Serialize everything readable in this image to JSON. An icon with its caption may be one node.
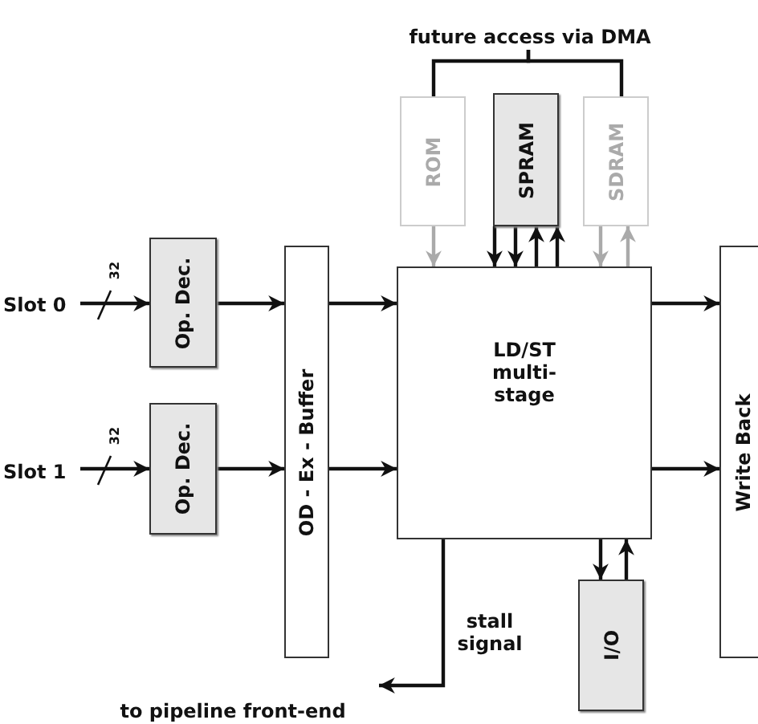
{
  "diagram": {
    "nodes": [
      {
        "text": [
          "future access via DMA"
        ]
      },
      {
        "text": [
          "Slot 0"
        ]
      },
      {
        "text": [
          "Op. Dec."
        ]
      },
      {
        "text": [
          "Slot 1"
        ]
      },
      {
        "text": [
          "Op. Dec."
        ]
      },
      {
        "text": [
          "OD - Ex - Buffer"
        ]
      },
      {
        "text": [
          "ROM"
        ]
      },
      {
        "text": [
          "SPRAM"
        ]
      },
      {
        "text": [
          "SDRAM"
        ]
      },
      {
        "text": [
          "LD/ST multi-stage"
        ]
      },
      {
        "text": [
          "Write Back"
        ]
      },
      {
        "text": [
          "I/O"
        ]
      },
      {
        "text": [
          "to pipeline front-end"
        ]
      }
    ],
    "edges": [
      {
        "from": 0,
        "to": 6,
        "arrow": "none"
      },
      {
        "from": 0,
        "to": 8,
        "arrow": "none"
      },
      {
        "from": 1,
        "to": 2,
        "arrow": "to"
      },
      {
        "from": 3,
        "to": 4,
        "arrow": "to"
      },
      {
        "from": 2,
        "to": 5,
        "arrow": "to"
      },
      {
        "from": 4,
        "to": 5,
        "arrow": "to"
      },
      {
        "from": 5,
        "to": 9,
        "arrow": "to"
      },
      {
        "from": 5,
        "to": 9,
        "arrow": "to"
      },
      {
        "from": 6,
        "to": 9,
        "arrow": "to",
        "color": "#aaaaaa"
      },
      {
        "from": 7,
        "to": 9,
        "arrow": "to"
      },
      {
        "from": 7,
        "to": 9,
        "arrow": "to"
      },
      {
        "from": 9,
        "to": 7,
        "arrow": "to"
      },
      {
        "from": 9,
        "to": 7,
        "arrow": "to"
      },
      {
        "from": 8,
        "to": 9,
        "arrow": "to",
        "color": "#aaaaaa"
      },
      {
        "from": 9,
        "to": 8,
        "arrow": "to",
        "color": "#aaaaaa"
      },
      {
        "from": 9,
        "to": 10,
        "arrow": "to"
      },
      {
        "from": 9,
        "to": 10,
        "arrow": "to"
      },
      {
        "from": 9,
        "to": 11,
        "arrow": "to"
      },
      {
        "from": 11,
        "to": 9,
        "arrow": "to"
      },
      {
        "from": 9,
        "to": 12,
        "arrow": "to",
        "label": "stall signal"
      }
    ],
    "labels": [
      "32",
      "32"
    ]
  }
}
